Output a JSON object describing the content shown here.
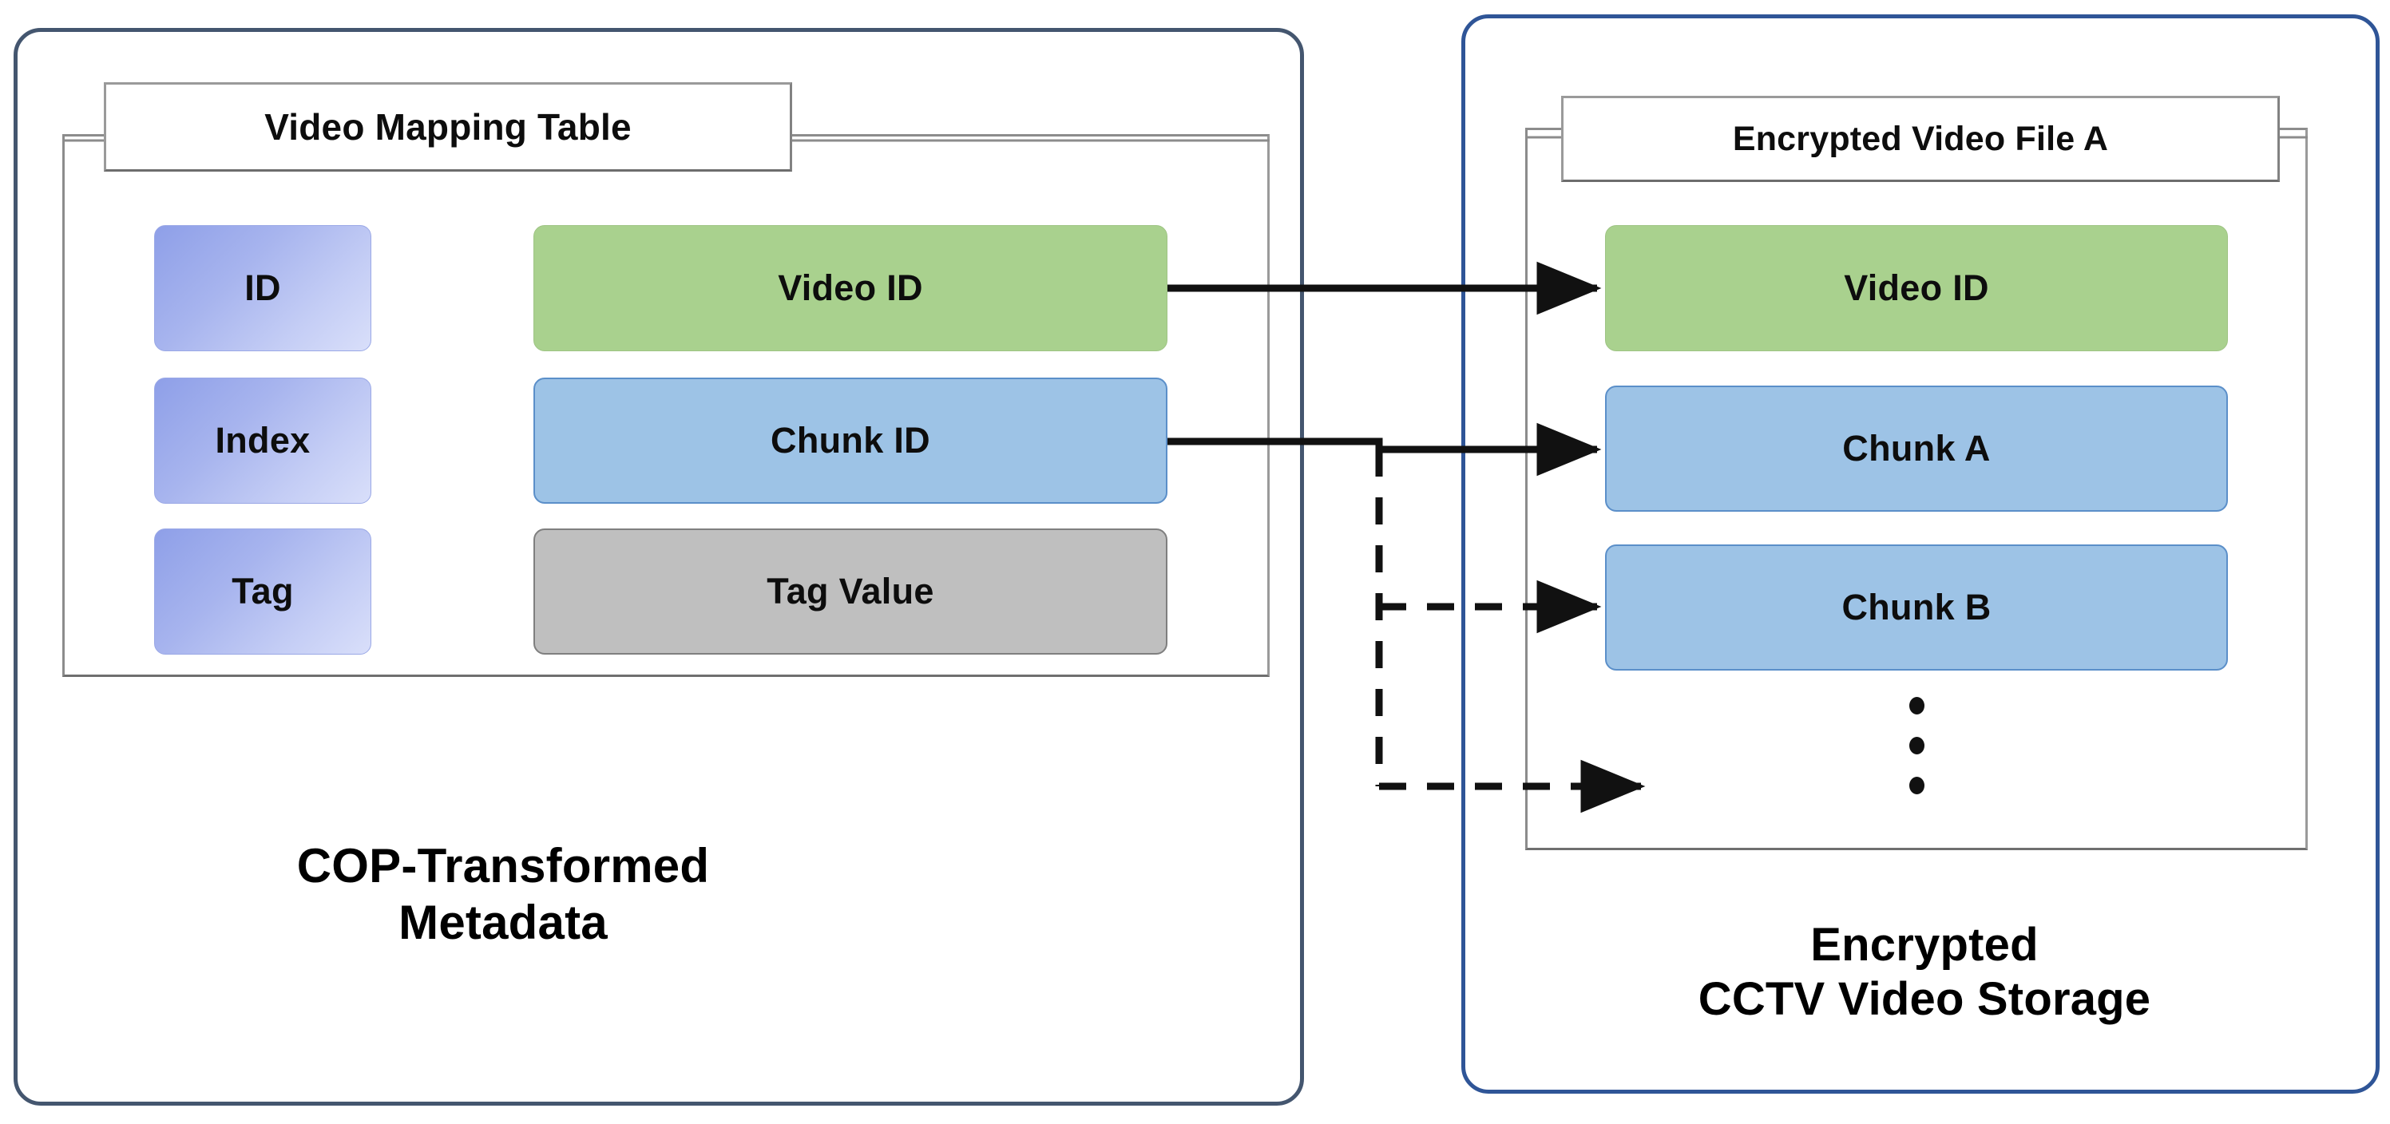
{
  "diagram": {
    "title_not_shown": "",
    "left_panel": {
      "caption_line1": "COP-Transformed",
      "caption_line2": "Metadata",
      "accent_color": "#44566F",
      "table": {
        "title": "Video Mapping Table",
        "columns": [
          "key",
          "value"
        ],
        "rows": [
          {
            "key": "ID",
            "value": "Video ID",
            "value_color": "#A9D18E"
          },
          {
            "key": "Index",
            "value": "Chunk ID",
            "value_color": "#9DC3E6"
          },
          {
            "key": "Tag",
            "value": "Tag Value",
            "value_color": "#BFBFBF"
          }
        ]
      }
    },
    "right_panel": {
      "caption_line1": "Encrypted",
      "caption_line2": "CCTV Video Storage",
      "accent_color": "#2F5597",
      "file": {
        "title": "Encrypted Video File A",
        "items": [
          {
            "label": "Video ID",
            "color": "#A9D18E"
          },
          {
            "label": "Chunk A",
            "color": "#9DC3E6"
          },
          {
            "label": "Chunk B",
            "color": "#9DC3E6"
          }
        ],
        "continuation_glyph": "vertical-ellipsis"
      }
    },
    "connectors": [
      {
        "from": "Video ID",
        "to": "Video ID",
        "style": "solid"
      },
      {
        "from": "Chunk ID",
        "to": "Chunk A",
        "style": "solid"
      },
      {
        "from": "Chunk ID",
        "to": "Chunk B",
        "style": "dashed"
      },
      {
        "from": "Chunk ID",
        "to": "more-chunks",
        "style": "dashed"
      }
    ]
  }
}
